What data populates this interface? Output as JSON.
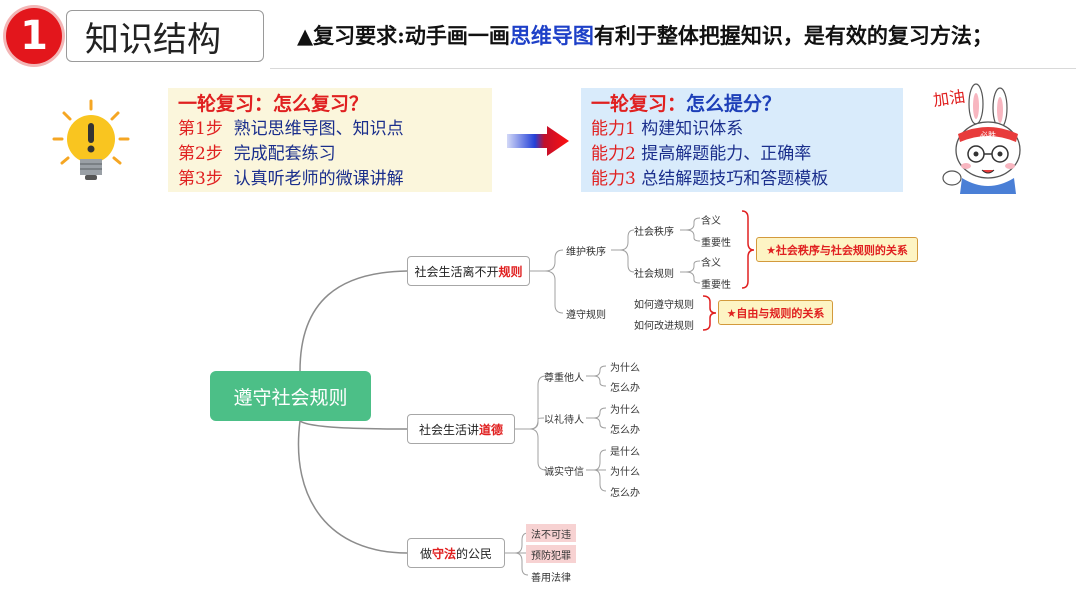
{
  "header": {
    "number": "1",
    "title": "知识结构",
    "requirement_prefix": "▲复习要求:动手画一画",
    "requirement_highlight": "思维导图",
    "requirement_suffix": "有利于整体把握知识，是有效的复习方法；"
  },
  "review_left": {
    "title": "一轮复习：怎么复习？",
    "steps": [
      {
        "label": "第1步",
        "text": "熟记思维导图、知识点"
      },
      {
        "label": "第2步",
        "text": "完成配套练习"
      },
      {
        "label": "第3步",
        "text": "认真听老师的微课讲解"
      }
    ]
  },
  "review_right": {
    "title_prefix": "一轮复习：",
    "title_highlight": "怎么提分？",
    "abilities": [
      {
        "label": "能力1",
        "text": "构建知识体系"
      },
      {
        "label": "能力2",
        "text": "提高解题能力、正确率"
      },
      {
        "label": "能力3",
        "text": "总结解题技巧和答题模板"
      }
    ]
  },
  "mascot": {
    "cheer_text": "加油",
    "band_text": "必胜"
  },
  "colors": {
    "accent_red": "#e3161c",
    "root_green": "#4cbf87",
    "blue_text": "#1e40c8"
  },
  "mindmap": {
    "root": "遵守社会规则",
    "branch1": {
      "label_prefix": "社会生活离不开",
      "label_highlight": "规则",
      "sub1": {
        "label": "维护秩序",
        "order": {
          "label": "社会秩序",
          "leaves": [
            "含义",
            "重要性"
          ]
        },
        "rules": {
          "label": "社会规则",
          "leaves": [
            "含义",
            "重要性"
          ]
        }
      },
      "sub2": {
        "label": "遵守规则",
        "leaves": [
          "如何遵守规则",
          "如何改进规则"
        ]
      },
      "note1": "★社会秩序与社会规则的关系",
      "note2": "★自由与规则的关系"
    },
    "branch2": {
      "label_prefix": "社会生活讲",
      "label_highlight": "道德",
      "subs": [
        {
          "label": "尊重他人",
          "leaves": [
            "为什么",
            "怎么办"
          ]
        },
        {
          "label": "以礼待人",
          "leaves": [
            "为什么",
            "怎么办"
          ]
        },
        {
          "label": "诚实守信",
          "leaves": [
            "是什么",
            "为什么",
            "怎么办"
          ]
        }
      ]
    },
    "branch3": {
      "label_prefix": "做",
      "label_highlight": "守法",
      "label_suffix": "的公民",
      "leaves": [
        "法不可违",
        "预防犯罪",
        "善用法律"
      ]
    }
  }
}
